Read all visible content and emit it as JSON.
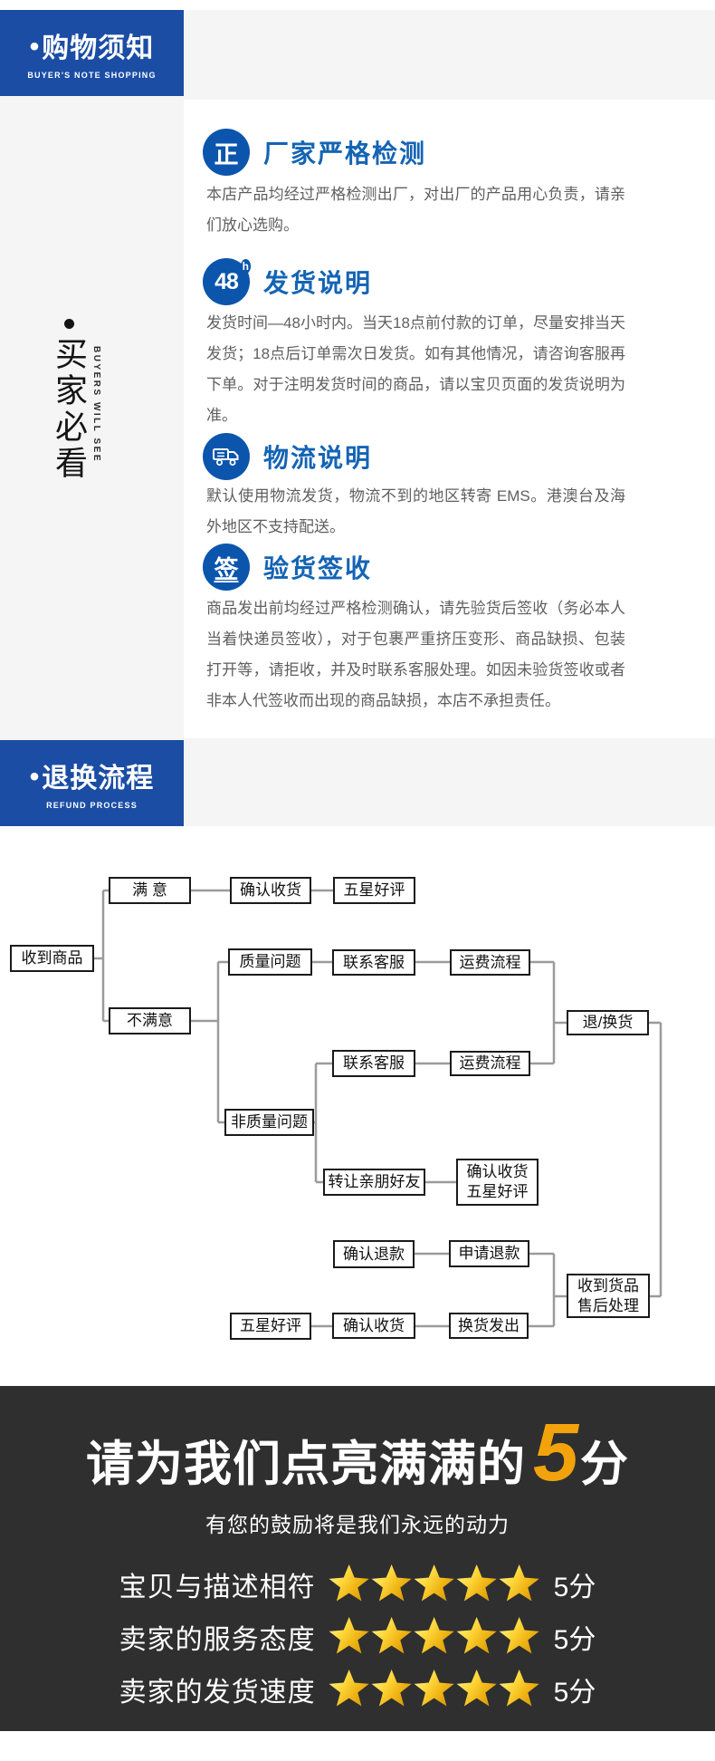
{
  "header1": {
    "bullet": "•",
    "title": "购物须知",
    "subtitle": "BUYER'S NOTE SHOPPING"
  },
  "side_note": {
    "text": "买家必看",
    "en": "BUYERS WILL SEE"
  },
  "sections": [
    {
      "icon": "正",
      "title": "厂家严格检测",
      "body": "本店产品均经过严格检测出厂，对出厂的产品用心负责，请亲们放心选购。"
    },
    {
      "icon": "48",
      "icon_sup": "h",
      "title": "发货说明",
      "body": "发货时间—48小时内。当天18点前付款的订单，尽量安排当天发货；18点后订单需次日发货。如有其他情况，请咨询客服再下单。对于注明发货时间的商品，请以宝贝页面的发货说明为准。"
    },
    {
      "icon": "truck",
      "title": "物流说明",
      "body": "默认使用物流发货，物流不到的地区转寄 EMS。港澳台及海外地区不支持配送。"
    },
    {
      "icon": "签",
      "title": "验货签收",
      "body": "商品发出前均经过严格检测确认，请先验货后签收（务必本人当着快递员签收），对于包裹严重挤压变形、商品缺损、包装打开等，请拒收，并及时联系客服处理。如因未验货签收或者非本人代签收而出现的商品缺损，本店不承担责任。"
    }
  ],
  "header2": {
    "bullet": "•",
    "title": "退换流程",
    "subtitle": "REFUND PROCESS"
  },
  "flowchart": {
    "received": "收到商品",
    "satisfied": "满 意",
    "confirm_receipt_1": "确认收货",
    "five_star_1": "五星好评",
    "unsatisfied": "不满意",
    "quality_issue": "质量问题",
    "contact_service_1": "联系客服",
    "shipping_fee_1": "运费流程",
    "contact_service_2": "联系客服",
    "shipping_fee_2": "运费流程",
    "non_quality_issue": "非质量问题",
    "transfer_friends": "转让亲朋好友",
    "confirm_five_star": "确认收货\n五星好评",
    "return_exchange": "退/换货",
    "confirm_refund": "确认退款",
    "apply_refund": "申请退款",
    "five_star_2": "五星好评",
    "confirm_receipt_2": "确认收货",
    "exchange_shipped": "换货发出",
    "after_sale": "收到货品\n售后处理"
  },
  "rating": {
    "title_prefix": "请为我们点亮满满的",
    "title_score": "5",
    "title_suffix": "分",
    "subtitle": "有您的鼓励将是我们永远的动力",
    "rows": [
      {
        "label": "宝贝与描述相符",
        "stars": 5,
        "score": "5分"
      },
      {
        "label": "卖家的服务态度",
        "stars": 5,
        "score": "5分"
      },
      {
        "label": "卖家的发货速度",
        "stars": 5,
        "score": "5分"
      }
    ]
  },
  "colors": {
    "header_blue": "#1b4da5",
    "icon_circle_blue": "#0b55ad",
    "section_title_blue": "#1464b4",
    "banner_black": "#2f2f2f",
    "score_gold": "#f2a30c",
    "star_gold": "#f0b616"
  }
}
